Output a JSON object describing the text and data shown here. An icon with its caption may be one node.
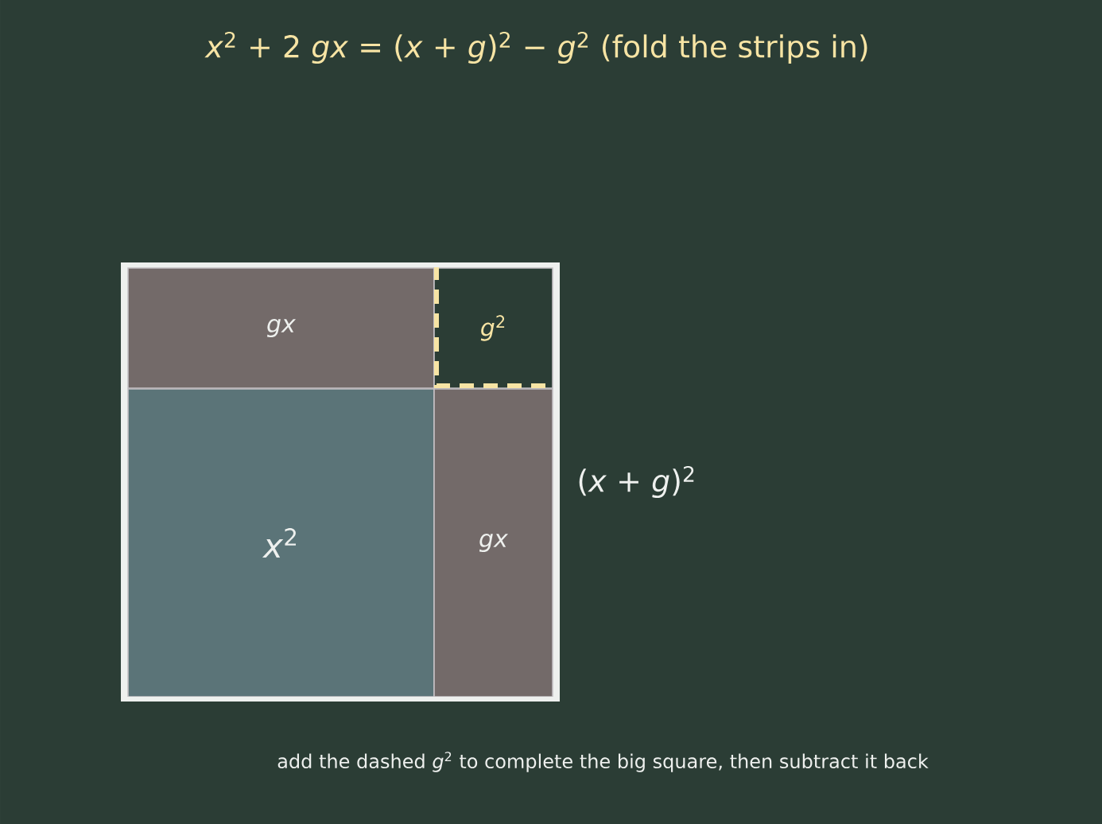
{
  "diagram": {
    "title": "*x*$^{2}$ + 2 *gx* = (*x* + *g*)$^{2}$ − *g*$^{2}$   (fold the strips in)",
    "caption": "add the dashed *g*$^{2}$ to complete the big square, then subtract it back",
    "nodes": [
      {
        "text": [],
        "shape": "box",
        "beside": [
          "(*x* + *g*)$^{2}$"
        ]
      },
      {
        "text": [
          "*gx*"
        ],
        "in": 0
      },
      {
        "text": [
          "*g*$^{2}$"
        ],
        "in": 0
      },
      {
        "text": [
          "*x*$^{2}$"
        ],
        "in": 0
      },
      {
        "text": [
          "*gx*"
        ],
        "in": 0
      }
    ]
  }
}
